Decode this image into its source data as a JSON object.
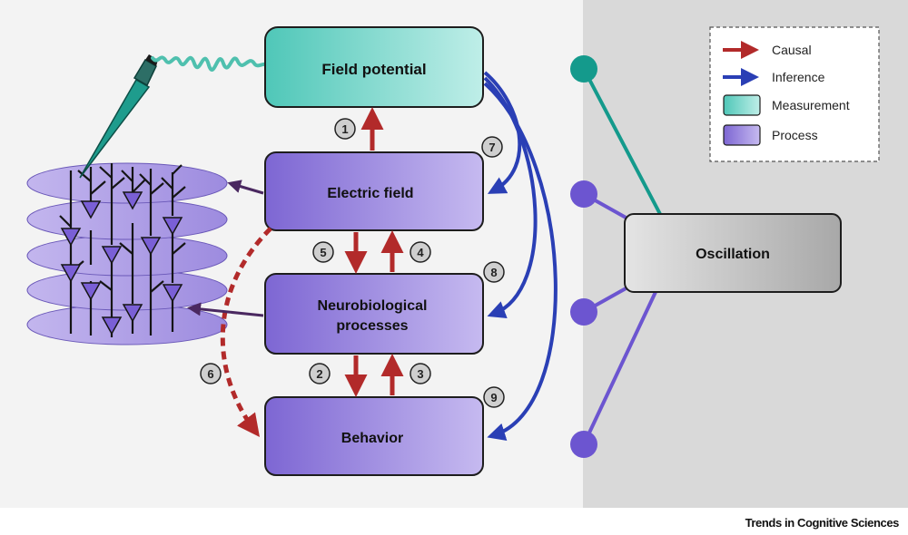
{
  "legend": {
    "causal": "Causal",
    "inference": "Inference",
    "measurement": "Measurement",
    "process": "Process"
  },
  "nodes": {
    "field_potential": "Field potential",
    "electric_field": "Electric field",
    "neurobiological_line1": "Neurobiological",
    "neurobiological_line2": "processes",
    "behavior": "Behavior",
    "oscillation": "Oscillation"
  },
  "badges": [
    "1",
    "2",
    "3",
    "4",
    "5",
    "6",
    "7",
    "8",
    "9"
  ],
  "footer": "Trends in Cognitive Sciences",
  "colors": {
    "causal": "#b22a2a",
    "inference": "#2a3fb5",
    "measurement": "#6fd0c4",
    "process": "#8d77d8",
    "oscillation_measure": "#149a8c",
    "oscillation_process": "#6c55d0"
  }
}
